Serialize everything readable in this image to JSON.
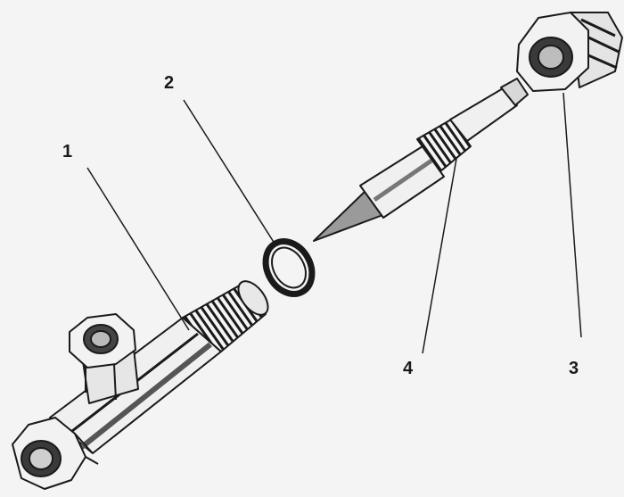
{
  "labels": {
    "part1": "1",
    "part2": "2",
    "part3": "3",
    "part4": "4"
  },
  "colors": {
    "ink": "#1a1a1a",
    "paper": "#f4f4f4",
    "shade": "#9a9a9a"
  }
}
